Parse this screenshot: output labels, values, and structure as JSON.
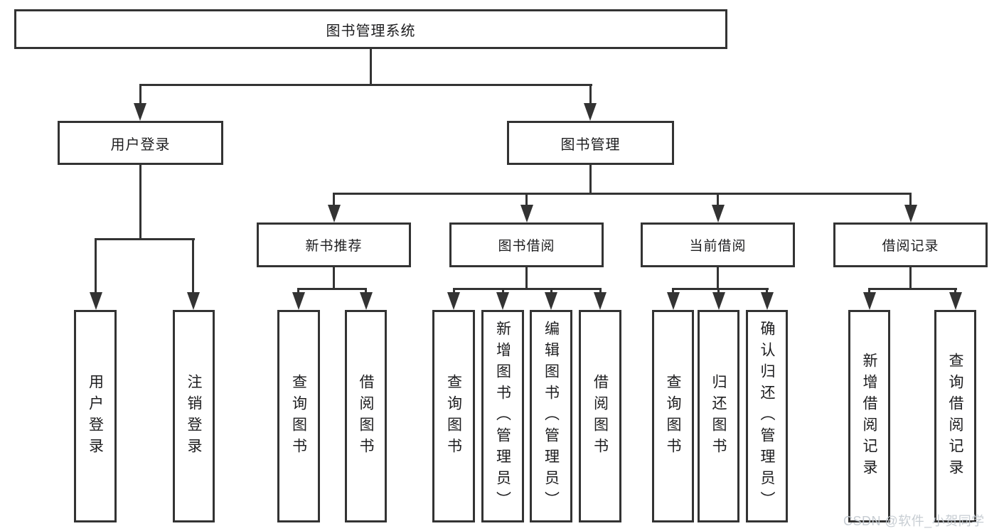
{
  "diagram": {
    "root": {
      "label": "图书管理系统"
    },
    "branches": [
      {
        "label": "用户登录",
        "children": [
          {
            "label": "用户登录"
          },
          {
            "label": "注销登录"
          }
        ]
      },
      {
        "label": "图书管理",
        "children": [
          {
            "label": "新书推荐",
            "children": [
              {
                "label": "查询图书"
              },
              {
                "label": "借阅图书"
              }
            ]
          },
          {
            "label": "图书借阅",
            "children": [
              {
                "label": "查询图书"
              },
              {
                "label": "新增图书（管理员）"
              },
              {
                "label": "编辑图书（管理员）"
              },
              {
                "label": "借阅图书"
              }
            ]
          },
          {
            "label": "当前借阅",
            "children": [
              {
                "label": "查询图书"
              },
              {
                "label": "归还图书"
              },
              {
                "label": "确认归还（管理员）"
              }
            ]
          },
          {
            "label": "借阅记录",
            "children": [
              {
                "label": "新增借阅记录"
              },
              {
                "label": "查询借阅记录"
              }
            ]
          }
        ]
      }
    ]
  },
  "watermark": "CSDN @软件_小贺同学",
  "colors": {
    "line": "#333333",
    "text": "#1d1d1f",
    "background": "#ffffff",
    "watermark": "#c5cbd1"
  }
}
